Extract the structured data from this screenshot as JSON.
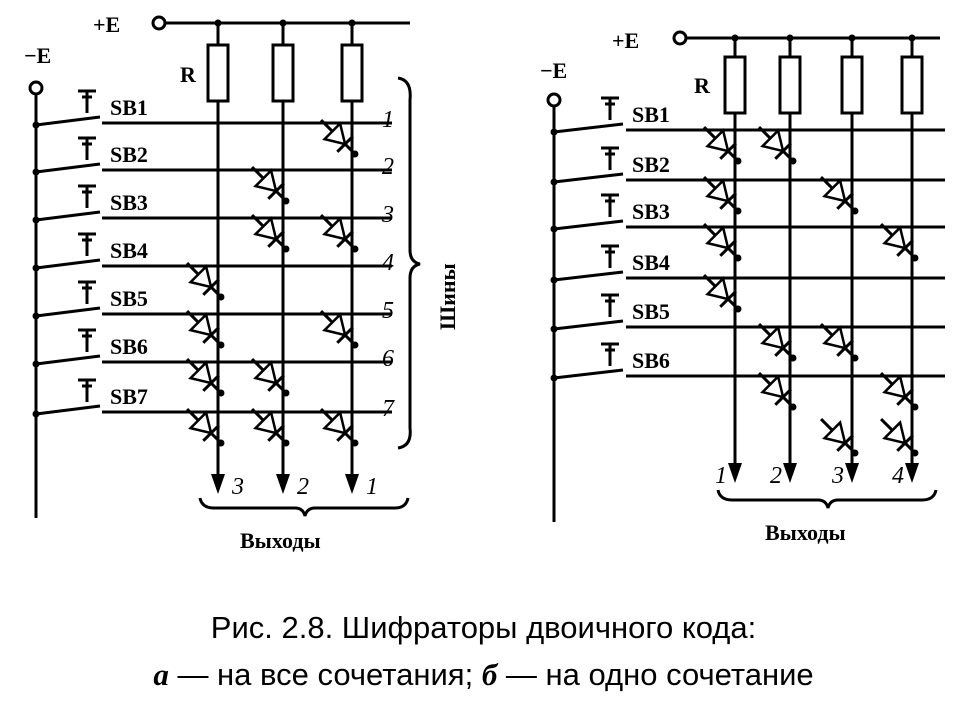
{
  "diagram_a": {
    "supply_plus": "+E",
    "supply_minus": "−E",
    "resistor_label": "R",
    "switches": [
      "SB1",
      "SB2",
      "SB3",
      "SB4",
      "SB5",
      "SB6",
      "SB7"
    ],
    "bus_numbers": [
      "1",
      "2",
      "3",
      "4",
      "5",
      "6",
      "7"
    ],
    "bus_group_label": "Шины",
    "output_numbers": [
      "3",
      "2",
      "1"
    ],
    "outputs_label": "Выходы"
  },
  "diagram_b": {
    "supply_plus": "+E",
    "supply_minus": "−E",
    "resistor_label": "R",
    "switches": [
      "SB1",
      "SB2",
      "SB3",
      "SB4",
      "SB5",
      "SB6"
    ],
    "output_numbers": [
      "1",
      "2",
      "3",
      "4"
    ],
    "outputs_label": "Выходы"
  },
  "caption": {
    "line1": "Рис. 2.8. Шифраторы двоичного кода:",
    "letter_a": "а",
    "text_a": " — на все сочетания; ",
    "letter_b": "б",
    "text_b": " — на одно сочетание"
  }
}
